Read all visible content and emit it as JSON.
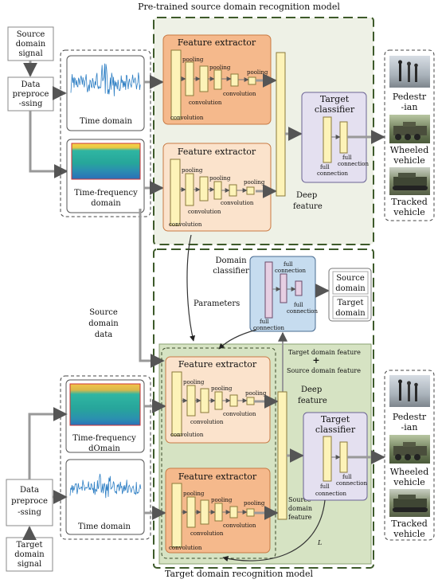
{
  "titles": {
    "top": "Pre-trained source domain recognition model",
    "bottom": "Target domain recognition model"
  },
  "inputs": {
    "source_signal": [
      "Source",
      "domain",
      "signal"
    ],
    "target_signal": [
      "Target",
      "domain",
      "signal"
    ],
    "preprocess_top": [
      "Data",
      "preproce",
      "-ssing"
    ],
    "preprocess_bottom": [
      "Data",
      "preproce",
      "-ssing"
    ],
    "source_domain_data": [
      "Source",
      "domain",
      "data"
    ]
  },
  "representations": {
    "time_domain": "Time domain",
    "time_frequency_top": [
      "Time-frequency",
      "domain"
    ],
    "time_frequency_bottom": [
      "Time-frequency",
      "dOmain"
    ],
    "time_domain_bottom": "Time domain"
  },
  "network": {
    "feature_extractor": "Feature extractor",
    "pooling": "pooling",
    "convolution": "convolution",
    "target_classifier": [
      "Target",
      "classifier"
    ],
    "full_connection": [
      "full",
      "connection"
    ],
    "deep_feature": [
      "Deep",
      "feature"
    ],
    "domain_classifier": [
      "Domain",
      "classifier"
    ],
    "parameters": "Parameters",
    "source_domain": [
      "Source",
      "domain"
    ],
    "target_domain": [
      "Target",
      "domain"
    ],
    "target_domain_feature": "Target domain feature",
    "plus": "+",
    "source_domain_feature_line": "Source domain feature",
    "source_domain_feature_stack": [
      "Source",
      "domain",
      "feature"
    ],
    "loss_label": "L"
  },
  "outputs": {
    "pedestrian": [
      "Pedestr",
      "-ian"
    ],
    "wheeled": [
      "Wheeled",
      "vehicle"
    ],
    "tracked": [
      "Tracked",
      "vehicle"
    ]
  },
  "colors": {
    "panel_top_fill": "#eef1e6",
    "panel_bottom_fill": "#d6e3c3",
    "panel_border": "#3d5a2a",
    "extractor_fill": "#f5b98c",
    "extractor_border": "#c87a44",
    "extractor_fill_light": "#fbe3cc",
    "layer_fill": "#fdf3b8",
    "layer_border": "#8a7a3a",
    "classifier_fill": "#e4e0f0",
    "classifier_border": "#6b6394",
    "domain_cls_fill": "#c6dcef",
    "domain_cls_border": "#4a6c92",
    "domain_layer_fill": "#e6cfe3",
    "signal_blue": "#2e7fc4"
  }
}
